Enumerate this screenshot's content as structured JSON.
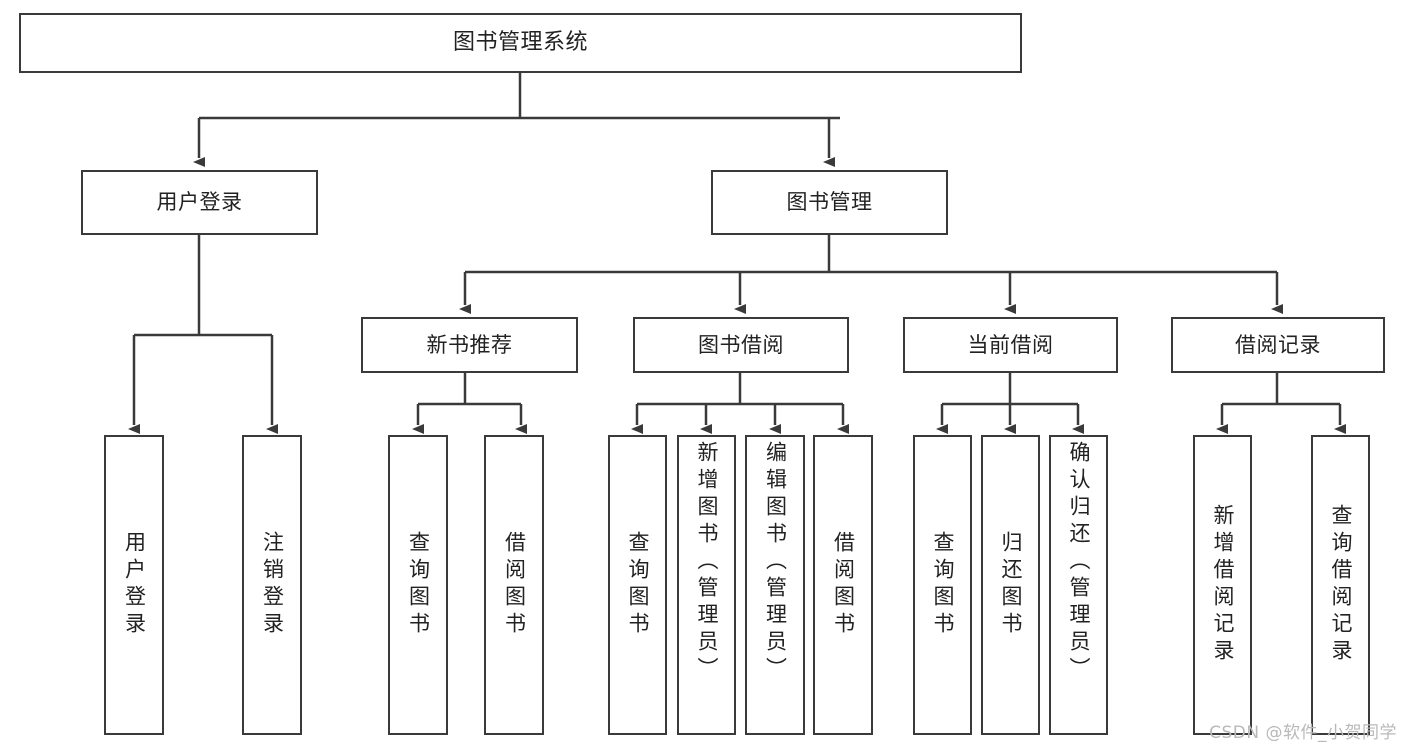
{
  "diagram": {
    "title": "图书管理系统",
    "type": "tree",
    "watermark": "CSDN @软件_小贺同学",
    "colors": {
      "stroke": "#3a3a3a",
      "fill": "#ffffff",
      "text": "#222222",
      "watermark": "#b9b9b9"
    },
    "nodes": {
      "root": {
        "label": "图书管理系统"
      },
      "level1": [
        {
          "id": "user-login",
          "label": "用户登录"
        },
        {
          "id": "book-manage",
          "label": "图书管理"
        }
      ],
      "level2": [
        {
          "id": "new-book-rec",
          "label": "新书推荐"
        },
        {
          "id": "book-borrow",
          "label": "图书借阅"
        },
        {
          "id": "current-borrow",
          "label": "当前借阅"
        },
        {
          "id": "borrow-record",
          "label": "借阅记录"
        }
      ],
      "leaves": {
        "user_login": [
          {
            "id": "leaf-user-login",
            "label": "用户登录"
          },
          {
            "id": "leaf-logout",
            "label": "注销登录"
          }
        ],
        "new_book_rec": [
          {
            "id": "leaf-query-book-1",
            "label": "查询图书"
          },
          {
            "id": "leaf-borrow-book-1",
            "label": "借阅图书"
          }
        ],
        "book_borrow": [
          {
            "id": "leaf-query-book-2",
            "label": "查询图书"
          },
          {
            "id": "leaf-add-book",
            "label": "新增图书（管理员）"
          },
          {
            "id": "leaf-edit-book",
            "label": "编辑图书（管理员）"
          },
          {
            "id": "leaf-borrow-book-2",
            "label": "借阅图书"
          }
        ],
        "current_borrow": [
          {
            "id": "leaf-query-book-3",
            "label": "查询图书"
          },
          {
            "id": "leaf-return-book",
            "label": "归还图书"
          },
          {
            "id": "leaf-confirm-return",
            "label": "确认归还（管理员）"
          }
        ],
        "borrow_record": [
          {
            "id": "leaf-add-record",
            "label": "新增借阅记录"
          },
          {
            "id": "leaf-query-record",
            "label": "查询借阅记录"
          }
        ]
      }
    }
  }
}
